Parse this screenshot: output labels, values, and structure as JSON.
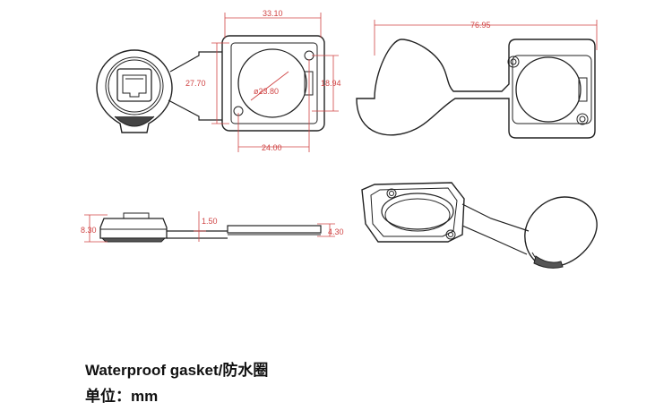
{
  "dimensions": {
    "top_width": "33.10",
    "plate_height": "27.70",
    "hole_diameter": "ø23.80",
    "hole_spacing_v": "18.94",
    "hole_spacing_h": "24.00",
    "total_length": "76.95",
    "total_height": "8.30",
    "strap_thickness": "1.50",
    "flange_height": "4.30"
  },
  "caption": {
    "title": "Waterproof gasket/防水圈",
    "unit": "单位：mm"
  },
  "colors": {
    "outline": "#222222",
    "dimension": "#d04545"
  }
}
